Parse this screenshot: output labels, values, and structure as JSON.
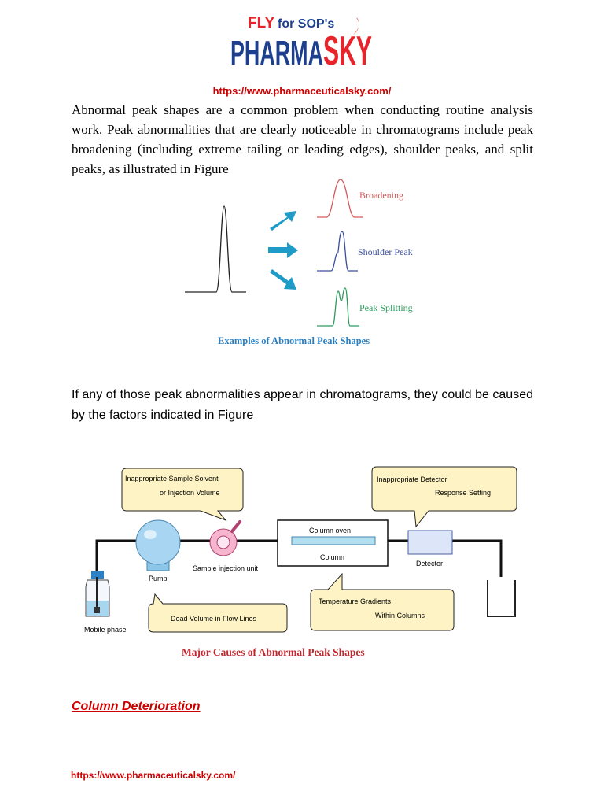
{
  "brand": {
    "fly_text": "FLY",
    "tagline_text": "for SOP's",
    "name_main": "PHARMA",
    "name_accent": "SKY",
    "colors": {
      "red": "#e8232a",
      "blue": "#1d3f8f"
    }
  },
  "header": {
    "url": "https://www.pharmaceuticalsky.com/"
  },
  "paragraph1": "Abnormal peak shapes are a common problem when conducting routine analysis work. Peak abnormalities that are clearly noticeable in chromatograms include peak broadening (including extreme tailing or leading edges), shoulder peaks, and split peaks, as illustrated in Figure",
  "figure1": {
    "labels": {
      "broadening": "Broadening",
      "shoulder": "Shoulder Peak",
      "splitting": "Peak Splitting"
    },
    "caption": "Examples of Abnormal Peak Shapes",
    "colors": {
      "broadening": "#d65a5a",
      "shoulder": "#3a4e9c",
      "splitting": "#2e9a5c",
      "arrow": "#1f9bc7",
      "caption": "#2a7fc0"
    }
  },
  "paragraph2": "If any of those peak abnormalities appear in chromatograms, they could be caused by the factors indicated in Figure",
  "figure2": {
    "callouts": {
      "solvent_line1": "Inappropriate Sample Solvent",
      "solvent_line2": "or Injection Volume",
      "detector_line1": "Inappropriate Detector",
      "detector_line2": "Response Setting",
      "deadvolume": "Dead Volume in Flow Lines",
      "temp_line1": "Temperature Gradients",
      "temp_line2": "Within Columns"
    },
    "labels": {
      "column_oven": "Column oven",
      "column": "Column",
      "detector": "Detector",
      "pump": "Pump",
      "injection": "Sample injection unit",
      "mobile": "Mobile phase"
    },
    "caption": "Major Causes of Abnormal Peak Shapes",
    "colors": {
      "callout_fill": "#fdf3c4",
      "caption": "#c0282d"
    }
  },
  "section_title": "Column Deterioration",
  "footer": {
    "url": "https://www.pharmaceuticalsky.com/"
  }
}
